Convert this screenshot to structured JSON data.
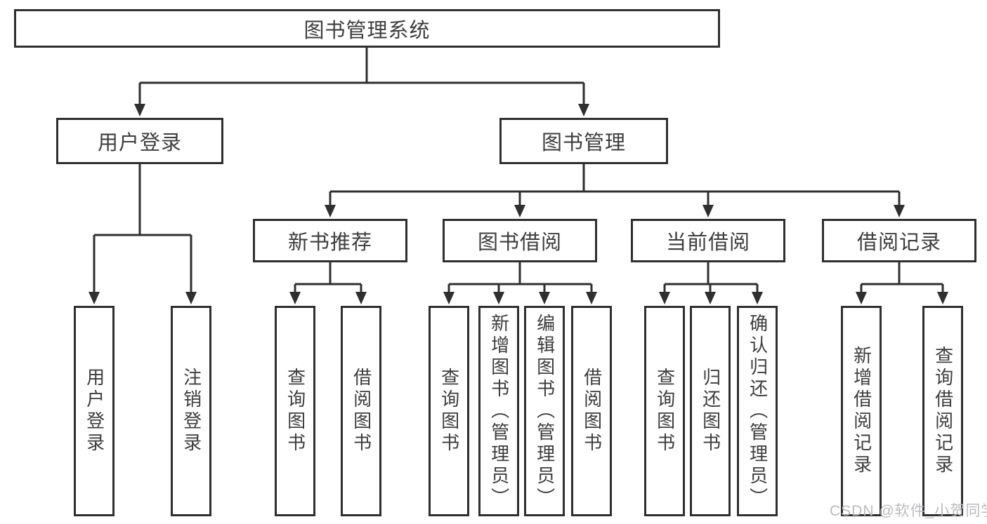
{
  "diagram": {
    "root": {
      "label": "图书管理系统",
      "children": [
        {
          "label": "用户登录",
          "children": [
            {
              "label": "用户登录"
            },
            {
              "label": "注销登录"
            }
          ]
        },
        {
          "label": "图书管理",
          "children": [
            {
              "label": "新书推荐",
              "children": [
                {
                  "label": "查询图书"
                },
                {
                  "label": "借阅图书"
                }
              ]
            },
            {
              "label": "图书借阅",
              "children": [
                {
                  "label": "查询图书"
                },
                {
                  "label": "新增图书（管理员）"
                },
                {
                  "label": "编辑图书（管理员）"
                },
                {
                  "label": "借阅图书"
                }
              ]
            },
            {
              "label": "当前借阅",
              "children": [
                {
                  "label": "查询图书"
                },
                {
                  "label": "归还图书"
                },
                {
                  "label": "确认归还（管理员）"
                }
              ]
            },
            {
              "label": "借阅记录",
              "children": [
                {
                  "label": "新增借阅记录"
                },
                {
                  "label": "查询借阅记录"
                }
              ]
            }
          ]
        }
      ]
    }
  },
  "watermark": {
    "text": "CSDN @软件_小贺同学"
  },
  "colors": {
    "line": "#2f2f2f",
    "text": "#3d3d3d",
    "watermark": "#b9bbc0",
    "background": "#ffffff"
  }
}
